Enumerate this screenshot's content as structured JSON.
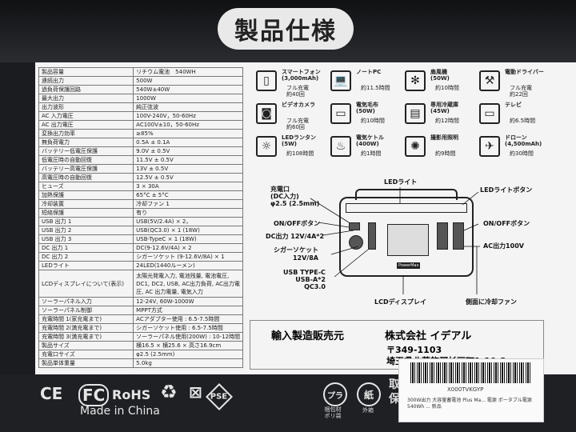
{
  "header": {
    "title": "製品仕様"
  },
  "spec_rows": [
    {
      "k": "製品容量",
      "v": "リチウム電池　540WH"
    },
    {
      "k": "連続出力",
      "v": "500W"
    },
    {
      "k": "過負荷保護回路",
      "v": "540W±40W"
    },
    {
      "k": "最大出力",
      "v": "1000W"
    },
    {
      "k": "出力波形",
      "v": "純正弦波"
    },
    {
      "k": "AC 入力電圧",
      "v": "100V-240V，50-60Hz"
    },
    {
      "k": "AC 出力電圧",
      "v": "AC100V±10，50-60Hz"
    },
    {
      "k": "変換出力効率",
      "v": "≥85%"
    },
    {
      "k": "無負荷電力",
      "v": "0.5A ± 0.1A"
    },
    {
      "k": "バッテリー低電圧保護",
      "v": "9.0V ± 0.5V"
    },
    {
      "k": "低電圧時の自動回復",
      "v": "11.5V ± 0.5V"
    },
    {
      "k": "バッテリー高電圧保護",
      "v": "13V ± 0.5V"
    },
    {
      "k": "高電圧時の自動回復",
      "v": "12.5V ± 0.5V"
    },
    {
      "k": "ヒューズ",
      "v": "3 × 30A"
    },
    {
      "k": "加熱保護",
      "v": "65°C ± 5°C"
    },
    {
      "k": "冷却装置",
      "v": "冷却ファン 1"
    },
    {
      "k": "短絡保護",
      "v": "有り"
    },
    {
      "k": "USB 出力 1",
      "v": "USB(5V/2.4A) × 2，"
    },
    {
      "k": "USB 出力 2",
      "v": "USB(QC3.0) × 1 (18W)"
    },
    {
      "k": "USB 出力 3",
      "v": "USB-TypeC × 1 (18W)"
    },
    {
      "k": "DC 出力 1",
      "v": "DC(9-12.6V/4A) × 2"
    },
    {
      "k": "DC 出力 2",
      "v": "シガーソケット (9-12.6V/8A) × 1"
    },
    {
      "k": "LEDライト",
      "v": "24LED(1440ルーメン)"
    },
    {
      "k": "LCDディスプレイについて(表示)",
      "v": "太陽光発電入力, 電池残量, 電池電圧, DC1, DC2, USB, AC出力負荷, AC出力電圧, AC 出力電量, 電気入力",
      "tall": true
    },
    {
      "k": "ソーラーパネル入力",
      "v": "12-24V, 60W-1000W"
    },
    {
      "k": "ソーラーパネル制御",
      "v": "MPPT方式"
    },
    {
      "k": "充電時間 1(家充電まで)",
      "v": "ACアダプター使用 : 6.5-7.5時間"
    },
    {
      "k": "充電時間 2(満充電まで)",
      "v": "シガーソケット使用 : 6.5-7.5時間"
    },
    {
      "k": "充電時間 3(満充電まで)",
      "v": "ソーラーパネル使用(200W) : 10-12時間"
    },
    {
      "k": "製品サイズ",
      "v": "横16.5 × 横25.6 × 高さ16.9cm"
    },
    {
      "k": "充電口サイズ",
      "v": "φ2.5 (2.5mm)"
    },
    {
      "k": "製品単体重量",
      "v": "5.0kg"
    }
  ],
  "appliances": [
    {
      "name": "スマートフォン\n(3,000mAh)",
      "runtime": "フル充電\n約40回",
      "icon": "smartphone-icon",
      "glyph": "▯"
    },
    {
      "name": "ノートPC",
      "runtime": "約11.5時間",
      "icon": "laptop-icon",
      "glyph": "💻"
    },
    {
      "name": "扇風機\n(50W)",
      "runtime": "約10時間",
      "icon": "fan-icon",
      "glyph": "✻"
    },
    {
      "name": "電動ドライバー",
      "runtime": "フル充電\n約22回",
      "icon": "drill-icon",
      "glyph": "⚒"
    },
    {
      "name": "ビデオカメラ",
      "runtime": "フル充電\n約60回",
      "icon": "video-camera-icon",
      "glyph": "◙"
    },
    {
      "name": "電気毛布\n(50W)",
      "runtime": "約10時間",
      "icon": "electric-blanket-icon",
      "glyph": "▭"
    },
    {
      "name": "専用冷蔵庫\n(45W)",
      "runtime": "約12時間",
      "icon": "fridge-icon",
      "glyph": "▤"
    },
    {
      "name": "テレビ",
      "runtime": "約6.5時間",
      "icon": "tv-icon",
      "glyph": "▭"
    },
    {
      "name": "LEDランタン\n(5W)",
      "runtime": "約108時間",
      "icon": "lantern-icon",
      "glyph": "☼"
    },
    {
      "name": "電気ケトル\n(400W)",
      "runtime": "約1時間",
      "icon": "kettle-icon",
      "glyph": "♨"
    },
    {
      "name": "撮影用照明",
      "runtime": "約9時間",
      "icon": "photo-light-icon",
      "glyph": "✺"
    },
    {
      "name": "ドローン\n(4,500mAh)",
      "runtime": "約30時間",
      "icon": "drone-icon",
      "glyph": "✈"
    }
  ],
  "diagram": {
    "led_light": "LEDライト",
    "led_button": "LEDライトボタン",
    "charge_port": "充電口\n(DC入力)\nφ2.5 (2.5mm)",
    "onoff_left": "ON/OFFボタン",
    "onoff_right": "ON/OFFボタン",
    "dc_out": "DC出力 12V/4A*2",
    "ac_out": "AC出力100V",
    "cigar": "シガーソケット\n12V/8A",
    "usb": "USB TYPE-C\nUSB-A*2\nQC3.0",
    "lcd": "LCDディスプレイ",
    "fan": "側面に冷却ファン",
    "brand": "PowerMax"
  },
  "importer": {
    "label": "輸入製造販売元",
    "company": "株式会社 イデアル",
    "zip": "〒349-1103",
    "address": "埼玉県北葛飾郡杉戸町1-19-3"
  },
  "sticker": {
    "code": "X000TVKGYP",
    "desc": "300W出力 大容量蓄電池 Plus Ma... 電源 ポータブル電源 540Wh ... 新品"
  },
  "marks": {
    "ce": "CE",
    "fc": "FC",
    "rohs": "RoHS",
    "recycle": "♻",
    "weee": "⊠",
    "pse": "PSE",
    "made": "Made in China",
    "plastic": "プラ",
    "plastic_caption": "梱包材\nポリ袋",
    "paper": "紙",
    "paper_caption": "外箱",
    "side_text": "取扱\n保証"
  }
}
